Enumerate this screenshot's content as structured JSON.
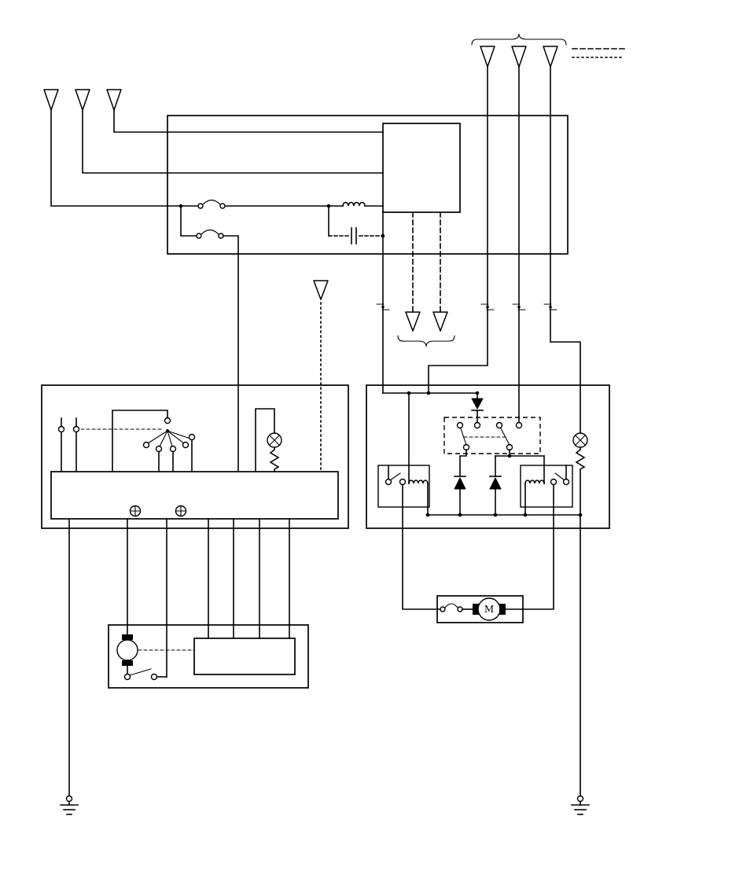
{
  "colors": {
    "background": "#ffffff",
    "line": "#000000"
  },
  "labels": {
    "motor": "M"
  },
  "components": {
    "top_left_connectors": 3,
    "top_right_connectors": 3,
    "mid_connector_pair": 2,
    "single_connector": 1,
    "boxes": [
      "main-unit",
      "receiver-module",
      "left-switch-module",
      "right-relay-module",
      "actuator-unit",
      "motor-unit"
    ],
    "symbols": [
      "fuse",
      "fuse",
      "fuse",
      "noise-coil",
      "capacitor",
      "diode",
      "diode",
      "diode",
      "relay-coil",
      "relay-coil",
      "lamp",
      "lamp",
      "resistor",
      "resistor",
      "rotary-switch",
      "terminal-screw",
      "terminal-screw",
      "motor",
      "actuator-motor",
      "ground",
      "ground"
    ]
  }
}
